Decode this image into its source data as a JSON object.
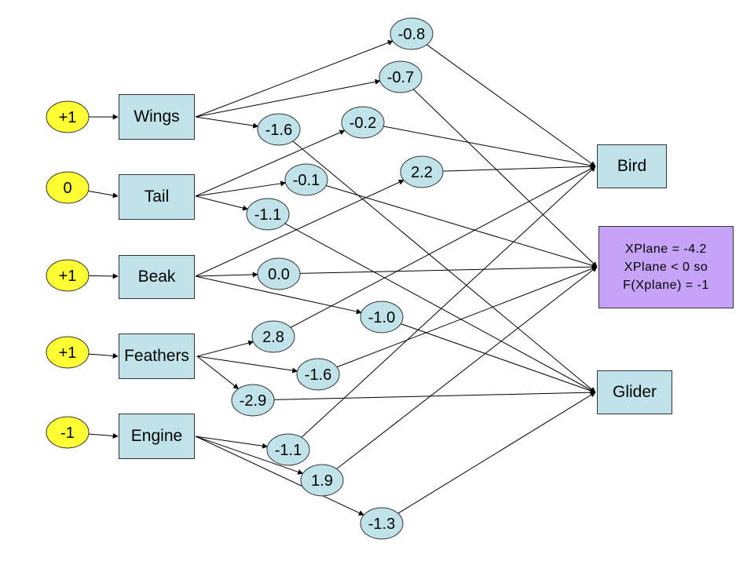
{
  "colors": {
    "input_fill": "#ffff33",
    "weight_fill": "#bfe3e8",
    "feature_fill": "#bfe3e8",
    "output_fill": "#c5a3f7",
    "edge": "#000000"
  },
  "inputs": [
    {
      "id": "in-wings",
      "label": "+1"
    },
    {
      "id": "in-tail",
      "label": "0"
    },
    {
      "id": "in-beak",
      "label": "+1"
    },
    {
      "id": "in-feathers",
      "label": "+1"
    },
    {
      "id": "in-engine",
      "label": "-1"
    }
  ],
  "features": [
    {
      "id": "wings",
      "label": "Wings"
    },
    {
      "id": "tail",
      "label": "Tail"
    },
    {
      "id": "beak",
      "label": "Beak"
    },
    {
      "id": "feathers",
      "label": "Feathers"
    },
    {
      "id": "engine",
      "label": "Engine"
    }
  ],
  "weights": [
    {
      "id": "w1",
      "label": "-0.8",
      "from": "wings",
      "to": "bird"
    },
    {
      "id": "w2",
      "label": "-0.7",
      "from": "wings",
      "to": "xplane"
    },
    {
      "id": "w3",
      "label": "-1.6",
      "from": "wings",
      "to": "glider"
    },
    {
      "id": "w4",
      "label": "-0.2",
      "from": "tail",
      "to": "bird"
    },
    {
      "id": "w5",
      "label": "-0.1",
      "from": "tail",
      "to": "xplane"
    },
    {
      "id": "w6",
      "label": "-1.1",
      "from": "tail",
      "to": "glider"
    },
    {
      "id": "w7",
      "label": "2.2",
      "from": "beak",
      "to": "bird"
    },
    {
      "id": "w8",
      "label": "0.0",
      "from": "beak",
      "to": "xplane"
    },
    {
      "id": "w9",
      "label": "-1.0",
      "from": "beak",
      "to": "glider"
    },
    {
      "id": "w10",
      "label": "2.8",
      "from": "feathers",
      "to": "bird"
    },
    {
      "id": "w11",
      "label": "-1.6",
      "from": "feathers",
      "to": "xplane"
    },
    {
      "id": "w12",
      "label": "-2.9",
      "from": "feathers",
      "to": "glider"
    },
    {
      "id": "w13",
      "label": "-1.1",
      "from": "engine",
      "to": "bird"
    },
    {
      "id": "w14",
      "label": "1.9",
      "from": "engine",
      "to": "xplane"
    },
    {
      "id": "w15",
      "label": "-1.3",
      "from": "engine",
      "to": "glider"
    }
  ],
  "outputs": {
    "bird": {
      "label": "Bird"
    },
    "xplane": {
      "lines": [
        "XPlane = -4.2",
        "XPlane < 0 so",
        "F(Xplane) = -1"
      ]
    },
    "glider": {
      "label": "Glider"
    }
  }
}
